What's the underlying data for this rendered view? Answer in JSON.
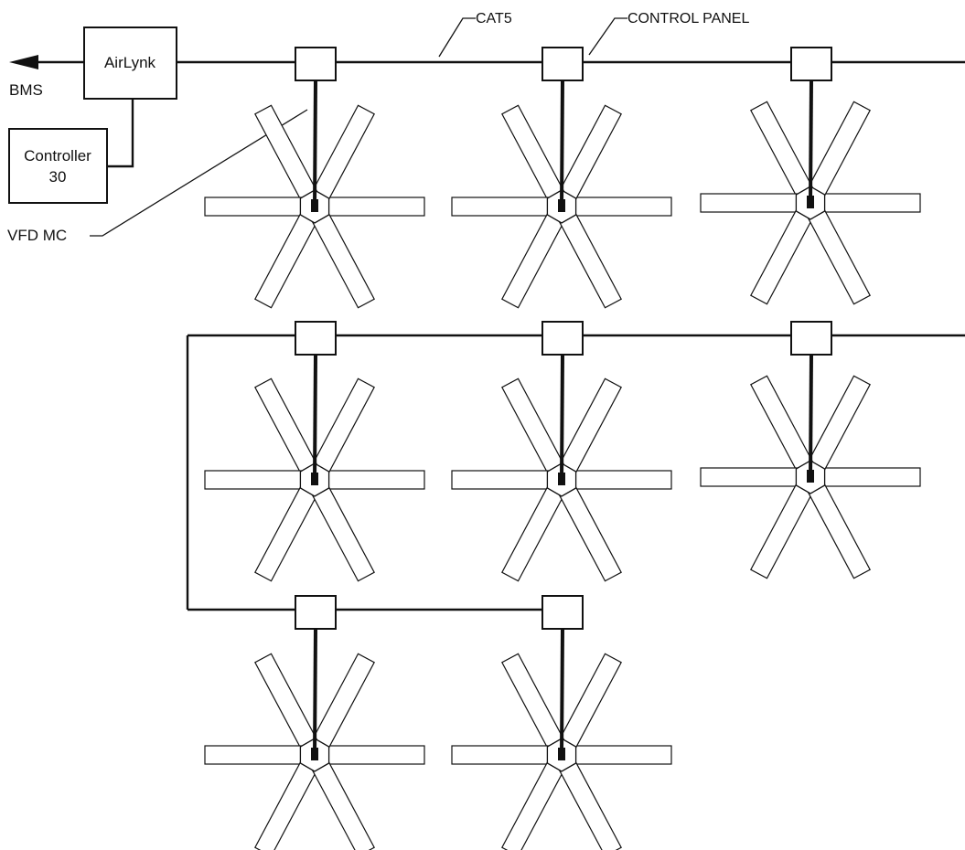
{
  "diagram": {
    "labels": {
      "bms": "BMS",
      "airlynk": "AirLynk",
      "controller_line1": "Controller",
      "controller_line2": "30",
      "cat5": "CAT5",
      "control_panel": "CONTROL PANEL",
      "vfd_mc": "VFD MC"
    },
    "fan_count": 8,
    "blade_count": 6,
    "colors": {
      "line": "#111111",
      "background": "#ffffff"
    }
  }
}
